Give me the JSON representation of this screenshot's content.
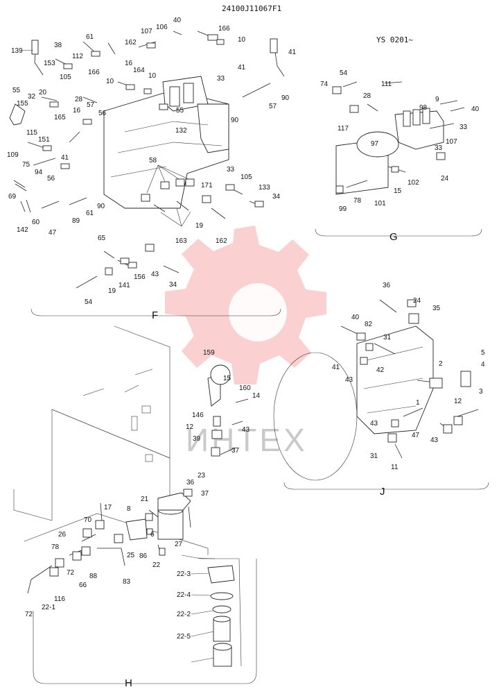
{
  "header": {
    "drawing_number": "24100J11067F1",
    "serial_note": "YS 0201~"
  },
  "watermark": {
    "text": "ИНТЕХ",
    "color": "#f06262"
  },
  "sections": [
    {
      "id": "F",
      "label": "F"
    },
    {
      "id": "G",
      "label": "G"
    },
    {
      "id": "J",
      "label": "J"
    },
    {
      "id": "H",
      "label": "H"
    }
  ],
  "callouts": [
    "139",
    "38",
    "61",
    "162",
    "107",
    "106",
    "40",
    "166",
    "10",
    "41",
    "153",
    "112",
    "16",
    "105",
    "166",
    "164",
    "10",
    "55",
    "32",
    "20",
    "28",
    "10",
    "33",
    "41",
    "90",
    "155",
    "57",
    "56",
    "55",
    "57",
    "90",
    "115",
    "165",
    "16",
    "132",
    "151",
    "109",
    "75",
    "41",
    "94",
    "56",
    "69",
    "58",
    "33",
    "105",
    "133",
    "34",
    "171",
    "142",
    "60",
    "61",
    "90",
    "89",
    "19",
    "162",
    "163",
    "47",
    "65",
    "156",
    "43",
    "141",
    "19",
    "34",
    "54",
    "54",
    "74",
    "111",
    "28",
    "9",
    "98",
    "40",
    "117",
    "33",
    "97",
    "33",
    "107",
    "15",
    "102",
    "24",
    "99",
    "78",
    "101",
    "36",
    "24",
    "40",
    "82",
    "35",
    "31",
    "5",
    "41",
    "4",
    "42",
    "43",
    "2",
    "3",
    "1",
    "12",
    "47",
    "43",
    "43",
    "31",
    "11",
    "159",
    "15",
    "160",
    "14",
    "146",
    "12",
    "39",
    "43",
    "37",
    "23",
    "36",
    "37",
    "17",
    "21",
    "8",
    "70",
    "26",
    "6",
    "78",
    "86",
    "25",
    "22",
    "27",
    "72",
    "66",
    "88",
    "83",
    "116",
    "72",
    "22-1",
    "22-3",
    "22-4",
    "22-2",
    "22-5"
  ]
}
